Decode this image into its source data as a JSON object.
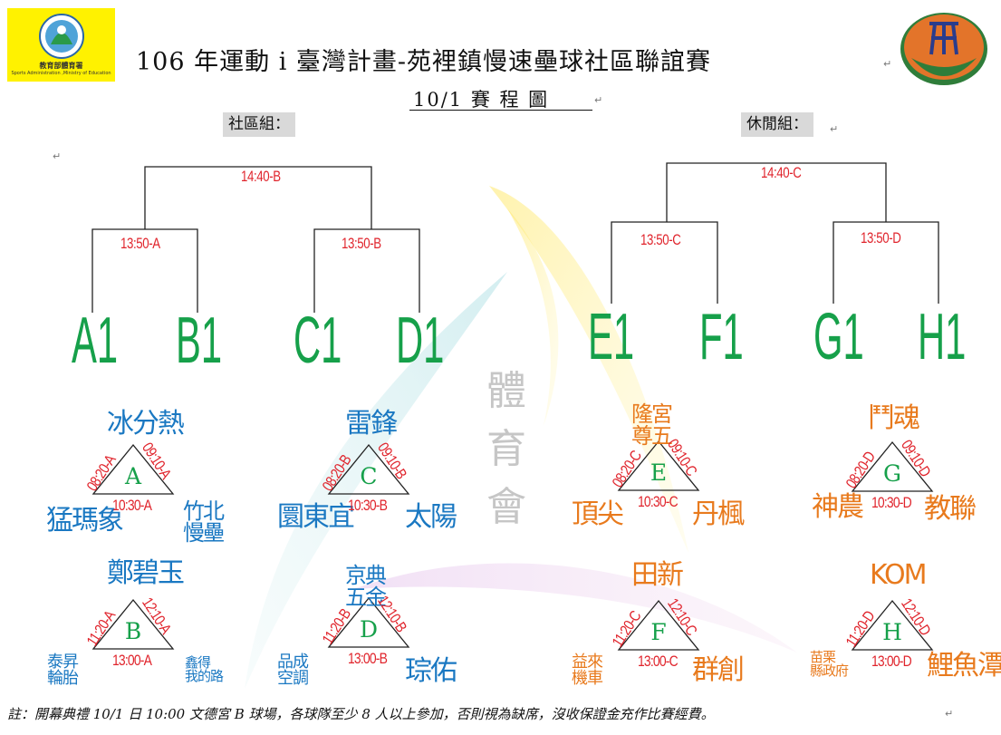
{
  "header": {
    "logo_left_label": "教育部體育署",
    "logo_left_sub": "Sports Administration ,Ministry of Education",
    "title": "106 年運動 i 臺灣計畫-苑裡鎮慢速壘球社區聯誼賽",
    "subtitle": "10/1 賽 程 圖",
    "group_left": "社區組：",
    "group_right": "休閒組："
  },
  "watermark": {
    "chars": [
      "體",
      "育",
      "會"
    ]
  },
  "brackets": {
    "left": {
      "final_time": "14:40-B",
      "semi_left_time": "13:50-A",
      "semi_right_time": "13:50-B",
      "slots": [
        "A1",
        "B1",
        "C1",
        "D1"
      ]
    },
    "right": {
      "final_time": "14:40-C",
      "semi_left_time": "13:50-C",
      "semi_right_time": "13:50-D",
      "slots": [
        "E1",
        "F1",
        "G1",
        "H1"
      ]
    }
  },
  "pools": [
    {
      "letter": "A",
      "top": "冰分熱",
      "left": "猛瑪象",
      "right": "竹北\n慢壘",
      "g_left": "08:20-A",
      "g_right": "09:10-A",
      "g_bottom": "10:30-A",
      "color": "blue"
    },
    {
      "letter": "C",
      "top": "雷鋒",
      "left": "圜東宜",
      "right": "太陽",
      "g_left": "08:20-B",
      "g_right": "09:10-B",
      "g_bottom": "10:30-B",
      "color": "blue"
    },
    {
      "letter": "E",
      "top": "隆宮\n尊五",
      "left": "頂尖",
      "right": "丹楓",
      "g_left": "08:20-C",
      "g_right": "09:10-C",
      "g_bottom": "10:30-C",
      "color": "orange"
    },
    {
      "letter": "G",
      "top": "鬥魂",
      "left": "神農",
      "right": "教聯",
      "g_left": "08:20-D",
      "g_right": "09:10-D",
      "g_bottom": "10:30-D",
      "color": "orange"
    },
    {
      "letter": "B",
      "top": "鄭碧玉",
      "left": "泰昇\n輪胎",
      "right": "鑫得\n我的路",
      "g_left": "11:20-A",
      "g_right": "12:10-A",
      "g_bottom": "13:00-A",
      "color": "blue"
    },
    {
      "letter": "D",
      "top": "京典\n五金",
      "left": "品成\n空調",
      "right": "琮佑",
      "g_left": "11:20-B",
      "g_right": "12:10-B",
      "g_bottom": "13:00-B",
      "color": "blue"
    },
    {
      "letter": "F",
      "top": "田新",
      "left": "益來\n機車",
      "right": "群創",
      "g_left": "11:20-C",
      "g_right": "12:10-C",
      "g_bottom": "13:00-C",
      "color": "orange"
    },
    {
      "letter": "H",
      "top": "KOM",
      "left": "苗栗\n縣政府",
      "right": "鯉魚潭",
      "g_left": "11:20-D",
      "g_right": "12:10-D",
      "g_bottom": "13:00-D",
      "color": "orange"
    }
  ],
  "footer": {
    "note": "註：開幕典禮 10/1 日 10:00 文德宮 B 球場，各球隊至少 8 人以上參加，否則視為缺席，沒收保證金充作比賽經費。"
  },
  "colors": {
    "green": "#16a04a",
    "red": "#e0242c",
    "blue": "#1a78c2",
    "orange": "#e87a1d",
    "logo_yellow": "#fff200"
  }
}
